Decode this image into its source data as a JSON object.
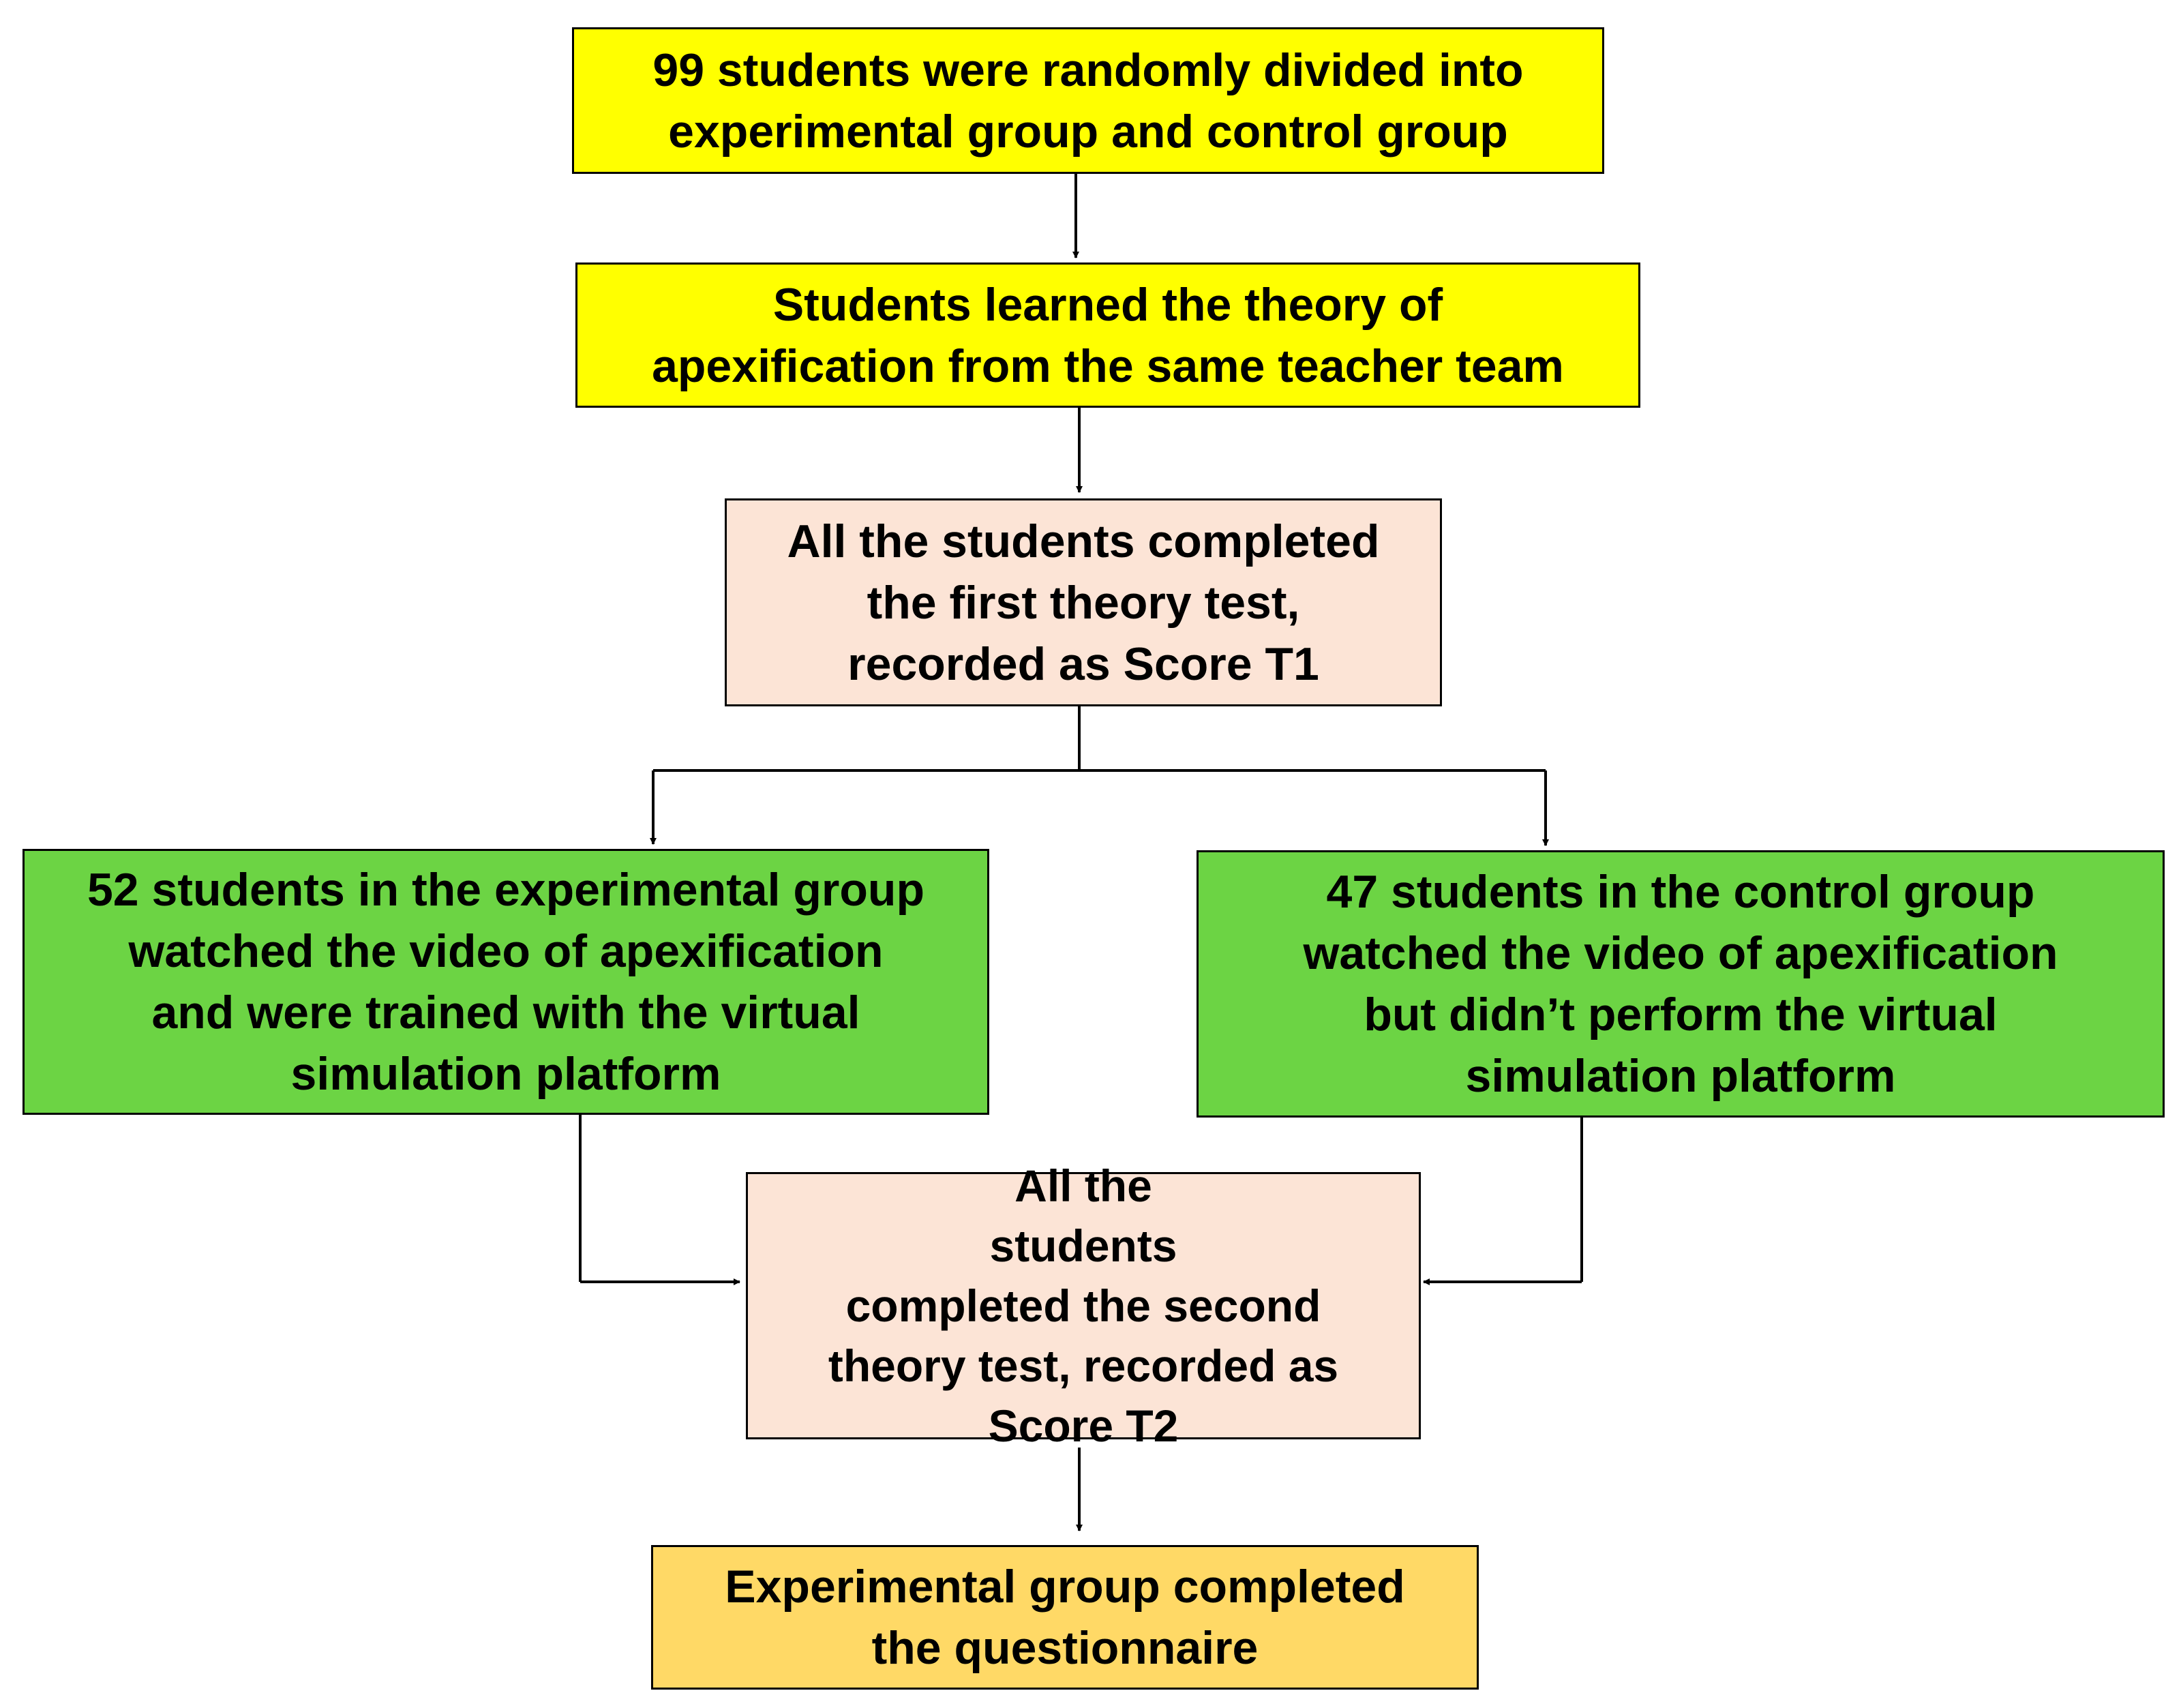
{
  "colors": {
    "yellow": "#FFFF00",
    "peach": "#FCE4D6",
    "green": "#6CD444",
    "gold": "#FFD966",
    "line": "#000000"
  },
  "boxes": {
    "randomization": {
      "text": "99 students were randomly divided into\nexperimental group and control group"
    },
    "theory_learning": {
      "text": "Students learned the theory of\napexification from the same teacher team"
    },
    "first_test": {
      "text": "All the students completed\nthe first theory test,\nrecorded as Score T1"
    },
    "experimental_group": {
      "text": "52 students in the experimental group\nwatched the video of apexification\nand were trained with the virtual\nsimulation platform"
    },
    "control_group": {
      "text": "47 students in the control group\nwatched the video of apexification\nbut didn’t perform the virtual\nsimulation platform"
    },
    "second_test": {
      "text": "All the\nstudents\ncompleted the second\ntheory test, recorded as\nScore T2"
    },
    "questionnaire": {
      "text": "Experimental group completed\nthe questionnaire"
    }
  }
}
